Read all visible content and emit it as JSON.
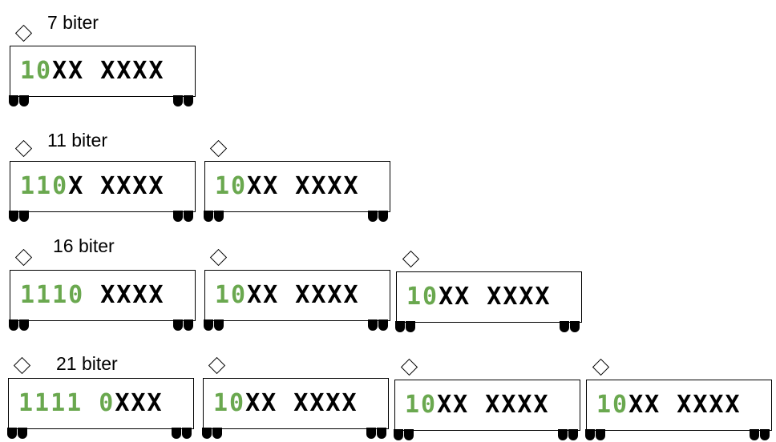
{
  "rows": [
    {
      "label": "7 biter",
      "wagons": [
        {
          "prefix": "10",
          "payload": "XX XXXX"
        }
      ]
    },
    {
      "label": "11 biter",
      "wagons": [
        {
          "prefix": "110",
          "payload": "X XXXX"
        },
        {
          "prefix": "10",
          "payload": "XX XXXX"
        }
      ]
    },
    {
      "label": "16 biter",
      "wagons": [
        {
          "prefix": "1110",
          "payload": " XXXX"
        },
        {
          "prefix": "10",
          "payload": "XX XXXX"
        },
        {
          "prefix": "10",
          "payload": "XX XXXX"
        }
      ]
    },
    {
      "label": "21 biter",
      "wagons": [
        {
          "prefix": "1111 0",
          "payload": "XXX"
        },
        {
          "prefix": "10",
          "payload": "XX XXXX"
        },
        {
          "prefix": "10",
          "payload": "XX XXXX"
        },
        {
          "prefix": "10",
          "payload": "XX XXXX"
        }
      ]
    }
  ],
  "colors": {
    "prefix": "#6aa84f",
    "payload": "#000000"
  }
}
